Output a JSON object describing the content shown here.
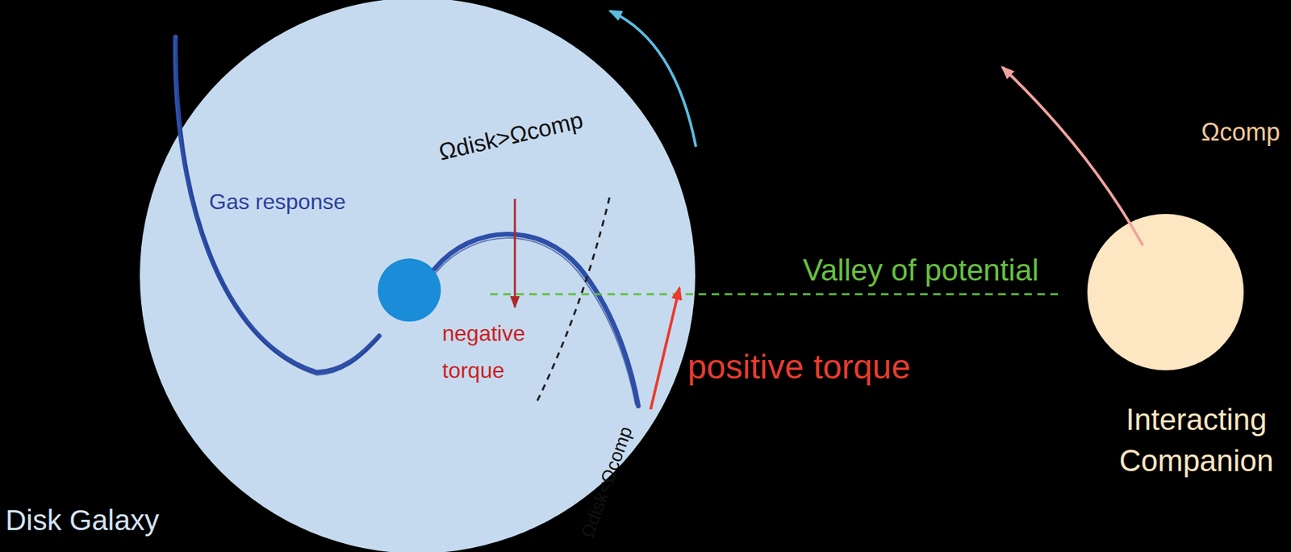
{
  "diagram": {
    "nodes": [
      {
        "text": [
          "Disk Galaxy"
        ]
      },
      {
        "text": [
          "Interacting Companion"
        ]
      }
    ],
    "labels": [
      "Gas response",
      "Ωdisk>Ωcomp",
      "negative torque",
      "Valley of potential",
      "positive torque",
      "Ωdisk<Ωcomp",
      "Ωcomp"
    ]
  }
}
